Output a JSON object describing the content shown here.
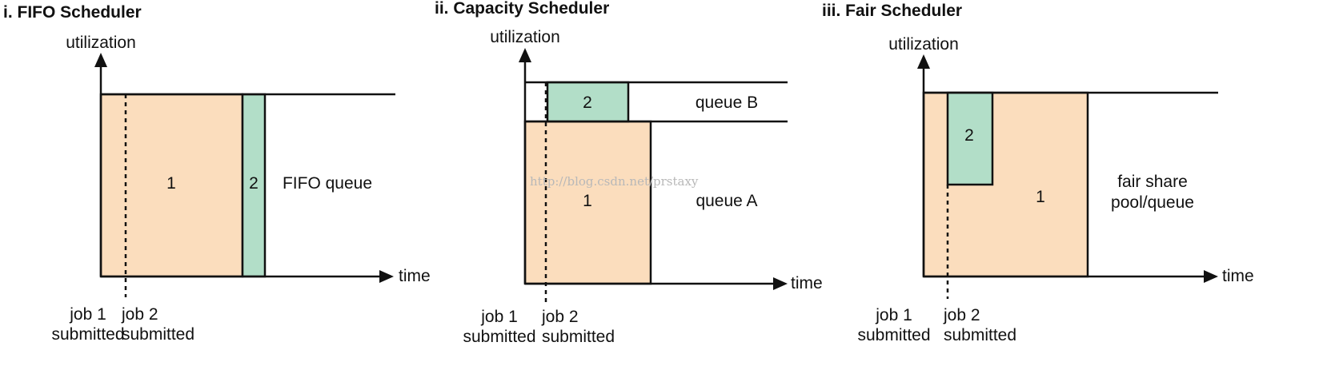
{
  "panels": {
    "fifo": {
      "title": "i. FIFO Scheduler",
      "y_axis": "utilization",
      "x_axis": "time",
      "job1": "1",
      "job2": "2",
      "queue_label": "FIFO queue",
      "job1_submitted": [
        "job 1",
        "submitted"
      ],
      "job2_submitted": [
        "job 2",
        "submitted"
      ]
    },
    "capacity": {
      "title": "ii. Capacity Scheduler",
      "y_axis": "utilization",
      "x_axis": "time",
      "job1": "1",
      "job2": "2",
      "queue_b": "queue B",
      "queue_a": "queue A",
      "job1_submitted": [
        "job 1",
        "submitted"
      ],
      "job2_submitted": [
        "job 2",
        "submitted"
      ]
    },
    "fair": {
      "title": "iii. Fair Scheduler",
      "y_axis": "utilization",
      "x_axis": "time",
      "job1": "1",
      "job2": "2",
      "pool_label": [
        "fair share",
        "pool/queue"
      ],
      "job1_submitted": [
        "job 1",
        "submitted"
      ],
      "job2_submitted": [
        "job 2",
        "submitted"
      ]
    }
  },
  "watermark": "http://blog.csdn.net/prstaxy",
  "colors": {
    "job1_fill": "#fbddbd",
    "job2_fill": "#b2dec8",
    "line": "#111111"
  }
}
